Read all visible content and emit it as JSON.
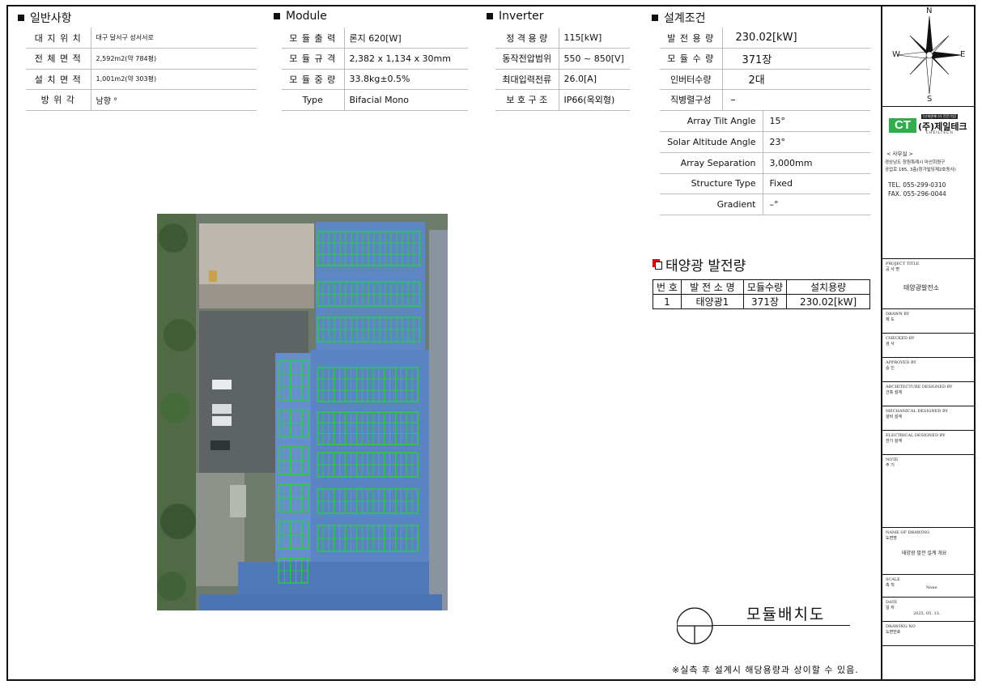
{
  "general": {
    "title": "일반사항",
    "rows": [
      {
        "key": "대 지 위 치",
        "value": "대구 달서구 성서서로"
      },
      {
        "key": "전 체 면 적",
        "value": "2,592m2(약 784평)"
      },
      {
        "key": "설 치 면 적",
        "value": "1,001m2(약 303평)"
      },
      {
        "key": "방   위   각",
        "value": "남향 °"
      }
    ]
  },
  "module": {
    "title": "Module",
    "rows": [
      {
        "key": "모 듈 출 력",
        "value": "론지 620[W]"
      },
      {
        "key": "모 듈 규 격",
        "value": "2,382 x 1,134 x 30mm"
      },
      {
        "key": "모 듈 중 량",
        "value": "33.8kg±0.5%"
      },
      {
        "key": "Type",
        "value": "Bifacial Mono"
      }
    ]
  },
  "inverter": {
    "title": "Inverter",
    "rows": [
      {
        "key": "정 격 용 량",
        "value": "115[kW]"
      },
      {
        "key": "동작전압범위",
        "value": "550 ~ 850[V]"
      },
      {
        "key": "최대입력전류",
        "value": "26.0[A]"
      },
      {
        "key": "보 호 구 조",
        "value": "IP66(옥외형)"
      }
    ]
  },
  "design": {
    "title": "설계조건",
    "rows": [
      {
        "key": "발 전 용 량",
        "value": "230.02[kW]"
      },
      {
        "key": "모 듈 수 량",
        "value": "371장"
      },
      {
        "key": "인버터수량",
        "value": "2대"
      },
      {
        "key": "직병렬구성",
        "value": "–"
      }
    ],
    "extra_rows": [
      {
        "key": "Array Tilt Angle",
        "value": "15°"
      },
      {
        "key": "Solar Altitude Angle",
        "value": "23°"
      },
      {
        "key": "Array Separation",
        "value": "3,000mm"
      },
      {
        "key": "Structure Type",
        "value": "Fixed"
      },
      {
        "key": "Gradient",
        "value": "–°"
      }
    ]
  },
  "solar_table": {
    "title": "태양광 발전량",
    "headers": [
      "번 호",
      "발 전 소 명",
      "모듈수량",
      "설치용량"
    ],
    "rows": [
      [
        "1",
        "태양광1",
        "371장",
        "230.02[kW]"
      ]
    ]
  },
  "drawing_label": "모듈배치도",
  "footnote": "※실측 후 설계시 해당용량과 상이할 수 있음.",
  "compass": {
    "n": "N",
    "s": "S",
    "e": "E",
    "w": "W"
  },
  "title_block": {
    "logo_mark": "CT",
    "logo_tag": "[신재생에너지 전문기업]",
    "logo_name": "(주)제일테크",
    "logo_sub": "CHEILTECH",
    "office_label": "< 사무실 >",
    "address_line1": "경상남도 창원특례시 마산회원구",
    "address_line2": "공업로 185, 3층(창가빌딩제2호동사)",
    "tel": "TEL. 055-299-0310",
    "fax": "FAX. 055-296-0044",
    "fields": [
      {
        "label_en": "PROJECT TITLE",
        "label_ko": "공 사 명",
        "value": "태양광발전소"
      },
      {
        "label_en": "DRAWN BY",
        "label_ko": "제  도",
        "value": ""
      },
      {
        "label_en": "CHECKED BY",
        "label_ko": "검  사",
        "value": ""
      },
      {
        "label_en": "APPROVED BY",
        "label_ko": "승  인",
        "value": ""
      },
      {
        "label_en": "ARCHITECTURE DESIGNED BY",
        "label_ko": "건축 설계",
        "value": ""
      },
      {
        "label_en": "MECHANICAL DESIGNED BY",
        "label_ko": "설비 설계",
        "value": ""
      },
      {
        "label_en": "ELECTRICAL DESIGNED BY",
        "label_ko": "전기 설계",
        "value": ""
      },
      {
        "label_en": "NOTE",
        "label_ko": "주 기",
        "value": ""
      },
      {
        "label_en": "NAME OF DRAWING",
        "label_ko": "도면명",
        "value": "태양광 발전 설계 개요"
      },
      {
        "label_en": "SCALE",
        "label_ko": "축  척",
        "value": "None"
      },
      {
        "label_en": "DATE",
        "label_ko": "일  자",
        "value": "2025. 05. 13."
      },
      {
        "label_en": "DRAWING NO",
        "label_ko": "도면번호",
        "value": ""
      }
    ]
  },
  "colors": {
    "panel_green": "#22dd22",
    "roof_blue": "#5c86c4",
    "accent_red": "#e00000"
  }
}
